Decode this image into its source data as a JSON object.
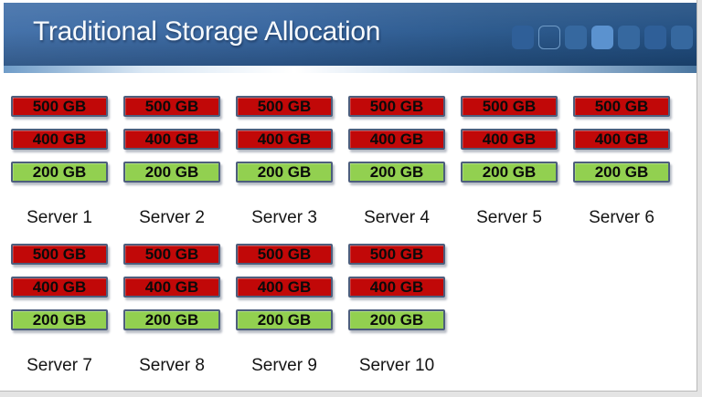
{
  "slide": {
    "title": "Traditional Storage Allocation"
  },
  "header": {
    "decor_squares": [
      {
        "fill": "#2f5f98",
        "outline": false
      },
      {
        "fill": "transparent",
        "outline": true
      },
      {
        "fill": "#36689f",
        "outline": false
      },
      {
        "fill": "#5b92cf",
        "outline": false
      },
      {
        "fill": "#36689f",
        "outline": false
      },
      {
        "fill": "#2f5f98",
        "outline": false
      },
      {
        "fill": "#36689f",
        "outline": false
      }
    ]
  },
  "colors": {
    "allocated_fill": "#c10808",
    "free_fill": "#92d050",
    "bar_border": "#4d5e7d",
    "header_blue": "#2d5c96"
  },
  "grid": {
    "row1_count": 6
  },
  "servers": [
    {
      "name": "Server 1",
      "volumes": [
        {
          "label": "500 GB",
          "kind": "allocated"
        },
        {
          "label": "400 GB",
          "kind": "allocated"
        },
        {
          "label": "200 GB",
          "kind": "free"
        }
      ]
    },
    {
      "name": "Server 2",
      "volumes": [
        {
          "label": "500 GB",
          "kind": "allocated"
        },
        {
          "label": "400 GB",
          "kind": "allocated"
        },
        {
          "label": "200 GB",
          "kind": "free"
        }
      ]
    },
    {
      "name": "Server 3",
      "volumes": [
        {
          "label": "500 GB",
          "kind": "allocated"
        },
        {
          "label": "400 GB",
          "kind": "allocated"
        },
        {
          "label": "200 GB",
          "kind": "free"
        }
      ]
    },
    {
      "name": "Server 4",
      "volumes": [
        {
          "label": "500 GB",
          "kind": "allocated"
        },
        {
          "label": "400 GB",
          "kind": "allocated"
        },
        {
          "label": "200 GB",
          "kind": "free"
        }
      ]
    },
    {
      "name": "Server 5",
      "volumes": [
        {
          "label": "500 GB",
          "kind": "allocated"
        },
        {
          "label": "400 GB",
          "kind": "allocated"
        },
        {
          "label": "200 GB",
          "kind": "free"
        }
      ]
    },
    {
      "name": "Server 6",
      "volumes": [
        {
          "label": "500 GB",
          "kind": "allocated"
        },
        {
          "label": "400 GB",
          "kind": "allocated"
        },
        {
          "label": "200 GB",
          "kind": "free"
        }
      ]
    },
    {
      "name": "Server 7",
      "volumes": [
        {
          "label": "500 GB",
          "kind": "allocated"
        },
        {
          "label": "400 GB",
          "kind": "allocated"
        },
        {
          "label": "200 GB",
          "kind": "free"
        }
      ]
    },
    {
      "name": "Server 8",
      "volumes": [
        {
          "label": "500 GB",
          "kind": "allocated"
        },
        {
          "label": "400 GB",
          "kind": "allocated"
        },
        {
          "label": "200 GB",
          "kind": "free"
        }
      ]
    },
    {
      "name": "Server 9",
      "volumes": [
        {
          "label": "500 GB",
          "kind": "allocated"
        },
        {
          "label": "400 GB",
          "kind": "allocated"
        },
        {
          "label": "200 GB",
          "kind": "free"
        }
      ]
    },
    {
      "name": "Server 10",
      "volumes": [
        {
          "label": "500 GB",
          "kind": "allocated"
        },
        {
          "label": "400 GB",
          "kind": "allocated"
        },
        {
          "label": "200 GB",
          "kind": "free"
        }
      ]
    }
  ]
}
